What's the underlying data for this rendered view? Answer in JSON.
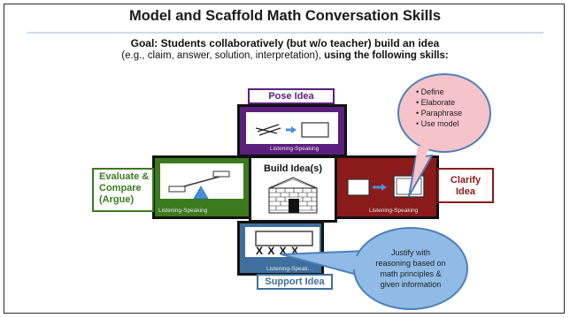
{
  "title": "Model and Scaffold Math Conversation Skills",
  "goal_line1": "Goal: Students collaboratively (but w/o teacher) build an idea",
  "goal_line2_prefix": "(e.g., claim, answer, solution, interpretation), ",
  "goal_line2_bold": "using the following skills:",
  "center_label": "Build Idea(s)",
  "quadrants": {
    "pose": {
      "label": "Pose Idea",
      "sub": "Listening-Speaking",
      "color": "#5b1f7d"
    },
    "clarify": {
      "label_line1": "Clarify",
      "label_line2": "Idea",
      "sub": "Listening-Speaking",
      "color": "#8b1a1a"
    },
    "evaluate": {
      "label_line1": "Evaluate &",
      "label_line2": "Compare",
      "label_line3": "(Argue)",
      "sub": "Listening-Speaking",
      "color": "#3b7a1e"
    },
    "support": {
      "label": "Support Idea",
      "sub": "Listening-Speak...",
      "color": "#3e6f9e"
    }
  },
  "support_marks": "X X X X",
  "bubble_top": {
    "items": [
      "Define",
      "Elaborate",
      "Paraphrase",
      "Use model"
    ]
  },
  "bubble_bottom": {
    "lines": [
      "Justify with",
      "reasoning based on",
      "math principles &",
      "given information"
    ]
  }
}
